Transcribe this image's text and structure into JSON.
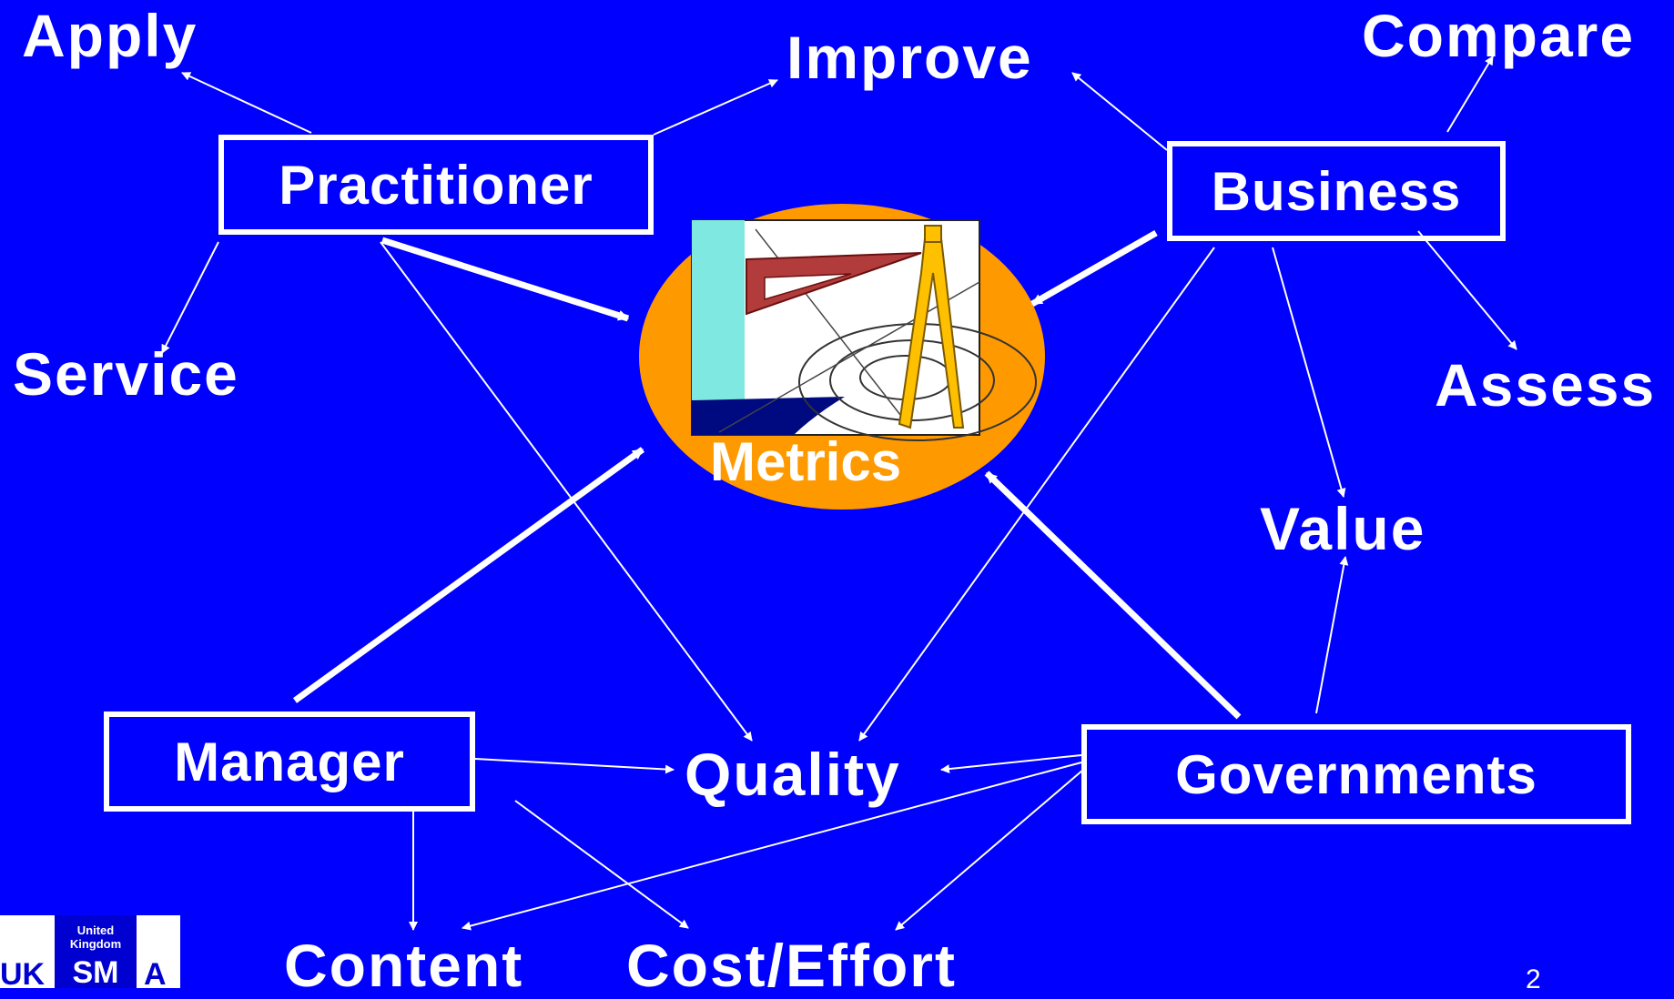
{
  "roles": {
    "practitioner": "Practitioner",
    "business": "Business",
    "manager": "Manager",
    "governments": "Governments"
  },
  "center": {
    "label": "Metrics"
  },
  "outcomes": {
    "apply": "Apply",
    "improve": "Improve",
    "compare": "Compare",
    "service": "Service",
    "assess": "Assess",
    "value": "Value",
    "quality": "Quality",
    "content": "Content",
    "cost_effort": "Cost/Effort"
  },
  "logo": {
    "uk": "UK",
    "united": "United",
    "kingdom": "Kingdom",
    "sm": "SM",
    "a": "A"
  },
  "page_number": "2",
  "colors": {
    "background": "#0000fe",
    "ellipse": "#ff9900",
    "text": "#ffffff"
  }
}
